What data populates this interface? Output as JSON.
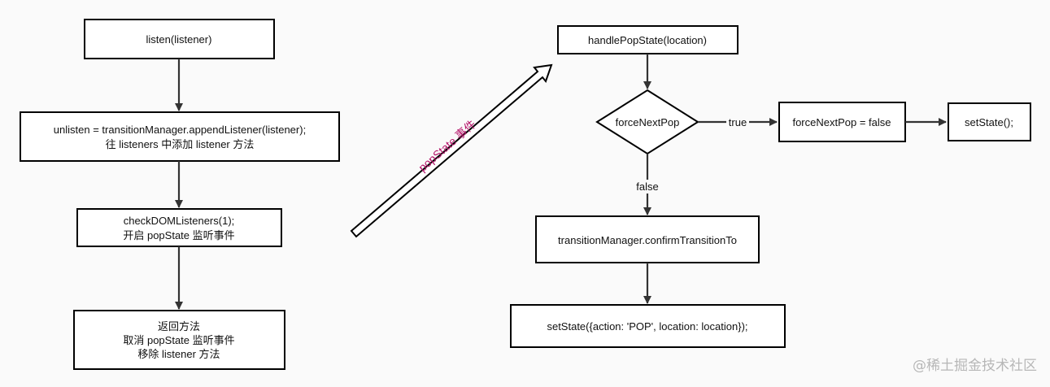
{
  "left_flow": {
    "listen": "listen(listener)",
    "unlisten_line1": "unlisten = transitionManager.appendListener(listener);",
    "unlisten_line2": "往 listeners 中添加 listener 方法",
    "check_line1": "checkDOMListeners(1);",
    "check_line2": "开启 popState 监听事件",
    "return_line1": "返回方法",
    "return_line2": "取消 popState 监听事件",
    "return_line3": "移除 listener 方法"
  },
  "event_arrow": {
    "label": "popState 事件"
  },
  "right_flow": {
    "handle": "handlePopState(location)",
    "decision": "forceNextPop",
    "true_label": "true",
    "false_label": "false",
    "force_false": "forceNextPop = false",
    "set_state": "setState();",
    "confirm": "transitionManager.confirmTransitionTo",
    "set_state_pop": "setState({action: 'POP', location: location});"
  },
  "watermark": "@稀土掘金技术社区",
  "colors": {
    "event_label": "#b5166b",
    "watermark": "#b7b7b7"
  }
}
